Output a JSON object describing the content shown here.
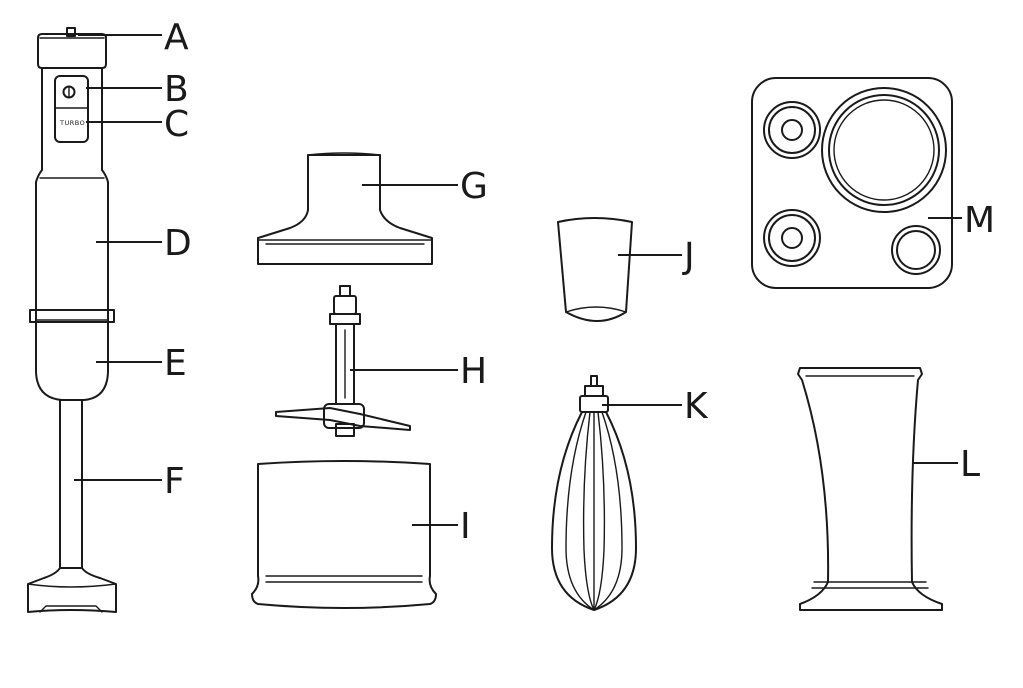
{
  "figure": {
    "labels": {
      "A": "A",
      "B": "B",
      "C": "C",
      "D": "D",
      "E": "E",
      "F": "F",
      "G": "G",
      "H": "H",
      "I": "I",
      "J": "J",
      "K": "K",
      "L": "L",
      "M": "M"
    },
    "button_text": {
      "turbo": "TURBO"
    }
  }
}
